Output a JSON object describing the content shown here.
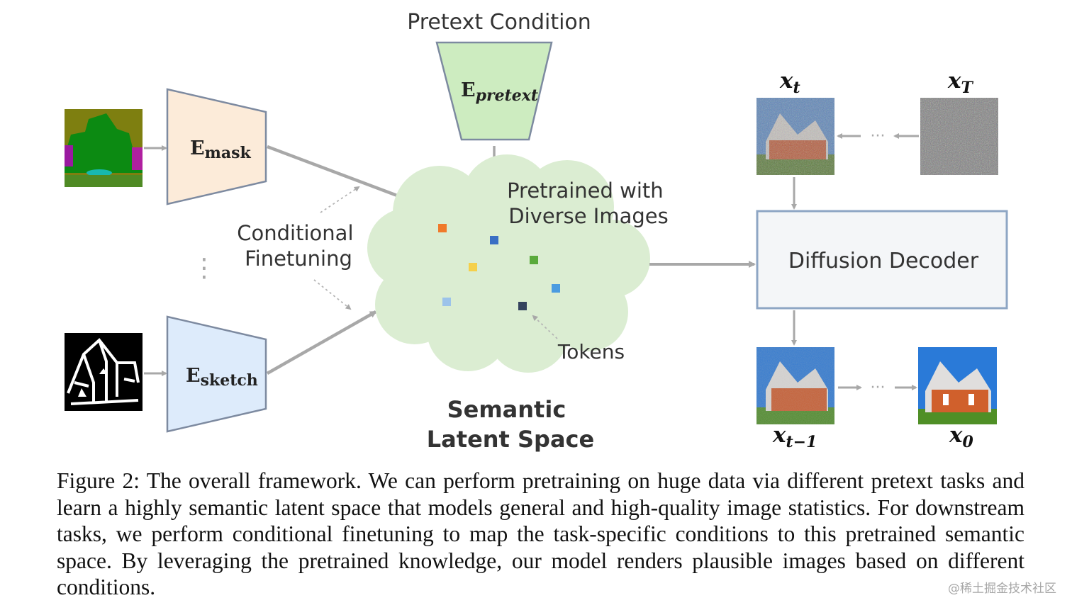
{
  "diagram": {
    "pretext_condition_label": "Pretext Condition",
    "encoders": {
      "pretext": {
        "base": "E",
        "sub": "pretext"
      },
      "mask": {
        "base": "E",
        "sub": "mask"
      },
      "sketch": {
        "base": "E",
        "sub": "sketch"
      }
    },
    "vertical_ellipsis": "⋮",
    "conditional_finetuning": [
      "Conditional",
      "Finetuning"
    ],
    "pretrained_with": [
      "Pretrained with",
      "Diverse Images"
    ],
    "tokens_label": "Tokens",
    "semantic_latent_space": [
      "Semantic",
      "Latent Space"
    ],
    "diffusion_decoder_label": "Diffusion Decoder",
    "labels": {
      "x_t": {
        "base": "x",
        "sub": "t"
      },
      "x_T": {
        "base": "x",
        "sub": "T"
      },
      "x_t_minus_1": {
        "base": "x",
        "sub": "t−1"
      },
      "x_0": {
        "base": "x",
        "sub": "0"
      }
    },
    "horizontal_ellipsis": "···",
    "token_colors": [
      "#f07a2a",
      "#3a6fc4",
      "#f5d04a",
      "#5aaa3c",
      "#4a9be0",
      "#9cc3ea",
      "#34435e"
    ],
    "colors": {
      "mask_encoder_fill": "#fcebd9",
      "sketch_encoder_fill": "#ddebfb",
      "pretext_encoder_fill": "#cdecc0",
      "cloud_fill": "#dbedd2",
      "decoder_fill": "#f4f6f8",
      "decoder_border": "#8ea6c4",
      "arrow": "#a8a8a8"
    }
  },
  "caption": "Figure 2: The overall framework. We can perform pretraining on huge data via different pretext tasks and learn a highly semantic latent space that models general and high-quality image statistics. For downstream tasks, we perform conditional finetuning to map the task-specific conditions to this pretrained semantic space. By leveraging the pretrained knowledge, our model renders plausible images based on different conditions.",
  "watermark": "@稀土掘金技术社区"
}
